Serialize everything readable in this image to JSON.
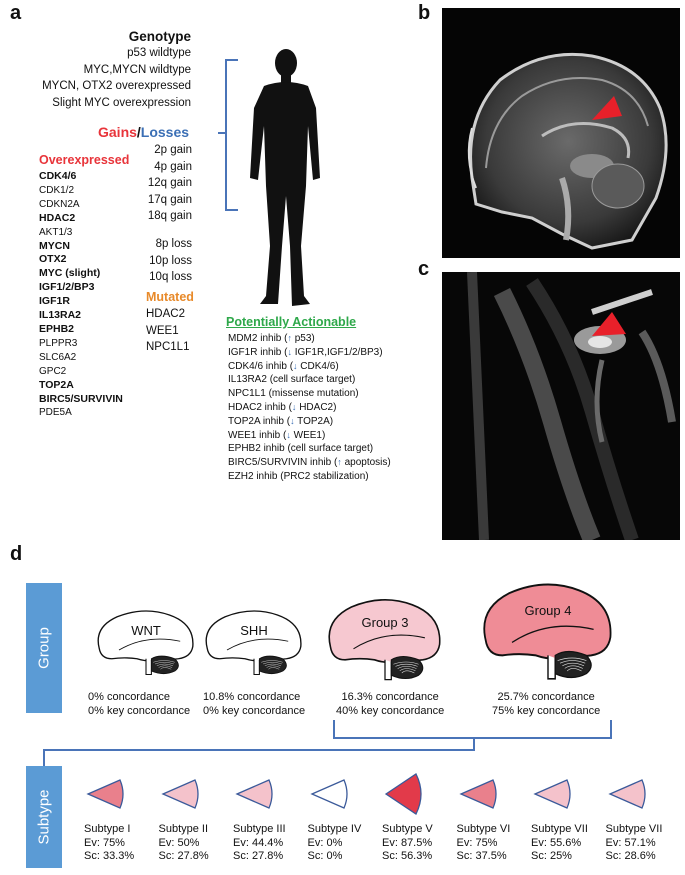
{
  "panels": {
    "a": "a",
    "b": "b",
    "c": "c",
    "d": "d"
  },
  "genotype": {
    "title": "Genotype",
    "lines": [
      "p53 wildtype",
      "MYC,MYCN wildtype",
      "MYCN, OTX2 overexpressed",
      "Slight MYC overexpression"
    ]
  },
  "gains_losses": {
    "gains": "Gains",
    "slash": "/",
    "losses": "Losses"
  },
  "overexpressed": {
    "title": "Overexpressed",
    "genes": [
      {
        "name": "CDK4/6",
        "bold": true
      },
      {
        "name": "CDK1/2",
        "bold": false
      },
      {
        "name": "CDKN2A",
        "bold": false
      },
      {
        "name": "HDAC2",
        "bold": true
      },
      {
        "name": "AKT1/3",
        "bold": false
      },
      {
        "name": "MYCN",
        "bold": true
      },
      {
        "name": "OTX2",
        "bold": true
      },
      {
        "name": "MYC (slight)",
        "bold": true
      },
      {
        "name": "IGF1/2/BP3",
        "bold": true
      },
      {
        "name": "IGF1R",
        "bold": true
      },
      {
        "name": "IL13RA2",
        "bold": true
      },
      {
        "name": "EPHB2",
        "bold": true
      },
      {
        "name": "PLPPR3",
        "bold": false
      },
      {
        "name": "SLC6A2",
        "bold": false
      },
      {
        "name": "GPC2",
        "bold": false
      },
      {
        "name": "TOP2A",
        "bold": true
      },
      {
        "name": "BIRC5/SURVIVIN",
        "bold": true
      },
      {
        "name": "PDE5A",
        "bold": false
      }
    ]
  },
  "gains": [
    "2p gain",
    "4p gain",
    "12q gain",
    "17q gain",
    "18q gain"
  ],
  "losses": [
    "8p loss",
    "10p loss",
    "10q loss"
  ],
  "mutated": {
    "title": "Mutated",
    "genes": [
      "HDAC2",
      "WEE1",
      "NPC1L1"
    ]
  },
  "actionable": {
    "title": "Potentially Actionable",
    "items": [
      {
        "pre": "MDM2 inhib (",
        "arrow": "up",
        "post": " p53)"
      },
      {
        "pre": "IGF1R inhib (",
        "arrow": "down",
        "post": " IGF1R,IGF1/2/BP3)"
      },
      {
        "pre": "CDK4/6 inhib (",
        "arrow": "down",
        "post": " CDK4/6)"
      },
      {
        "pre": "IL13RA2 (cell surface target)",
        "arrow": "",
        "post": ""
      },
      {
        "pre": "NPC1L1 (missense mutation)",
        "arrow": "",
        "post": ""
      },
      {
        "pre": "HDAC2 inhib (",
        "arrow": "down",
        "post": " HDAC2)"
      },
      {
        "pre": "TOP2A inhib (",
        "arrow": "down",
        "post": " TOP2A)"
      },
      {
        "pre": "WEE1 inhib (",
        "arrow": "down",
        "post": " WEE1)"
      },
      {
        "pre": "EPHB2 inhib (cell surface target)",
        "arrow": "",
        "post": ""
      },
      {
        "pre": "BIRC5/SURVIVIN inhib (",
        "arrow": "up",
        "post": " apoptosis)"
      },
      {
        "pre": "EZH2 inhib (PRC2 stabilization)",
        "arrow": "",
        "post": ""
      }
    ]
  },
  "group_label": "Group",
  "subtype_label": "Subtype",
  "groups": [
    {
      "name": "WNT",
      "concordance": "0% concordance",
      "key": "0% key concordance",
      "fill": "#ffffff"
    },
    {
      "name": "SHH",
      "concordance": "10.8% concordance",
      "key": "0% key concordance",
      "fill": "#ffffff"
    },
    {
      "name": "Group 3",
      "concordance": "16.3% concordance",
      "key": "40% key concordance",
      "fill": "#f6c8d0"
    },
    {
      "name": "Group 4",
      "concordance": "25.7% concordance",
      "key": "75% key concordance",
      "fill": "#ef8c96"
    }
  ],
  "subtypes": [
    {
      "name": "Subtype I",
      "ev": "Ev: 75%",
      "sc": "Sc: 33.3%",
      "fill": "#e9808c"
    },
    {
      "name": "Subtype II",
      "ev": "Ev: 50%",
      "sc": "Sc: 27.8%",
      "fill": "#f4c2cb"
    },
    {
      "name": "Subtype III",
      "ev": "Ev: 44.4%",
      "sc": "Sc: 27.8%",
      "fill": "#f4c2cb"
    },
    {
      "name": "Subtype IV",
      "ev": "Ev: 0%",
      "sc": "Sc: 0%",
      "fill": "#ffffff"
    },
    {
      "name": "Subtype V",
      "ev": "Ev: 87.5%",
      "sc": "Sc: 56.3%",
      "fill": "#e23a4a"
    },
    {
      "name": "Subtype VI",
      "ev": "Ev: 75%",
      "sc": "Sc: 37.5%",
      "fill": "#e9808c"
    },
    {
      "name": "Subtype VII",
      "ev": "Ev: 55.6%",
      "sc": "Sc: 25%",
      "fill": "#f4c2cb"
    },
    {
      "name": "Subtype VII",
      "ev": "Ev: 57.1%",
      "sc": "Sc: 28.6%",
      "fill": "#f4c2cb"
    }
  ],
  "colors": {
    "gains": "#e8343a",
    "losses": "#3b6fb5",
    "overexpressed": "#e8343a",
    "mutated": "#e88a2a",
    "actionable": "#2ea84a",
    "bracket": "#4a74b8",
    "arrowhead": "#e8202a"
  }
}
